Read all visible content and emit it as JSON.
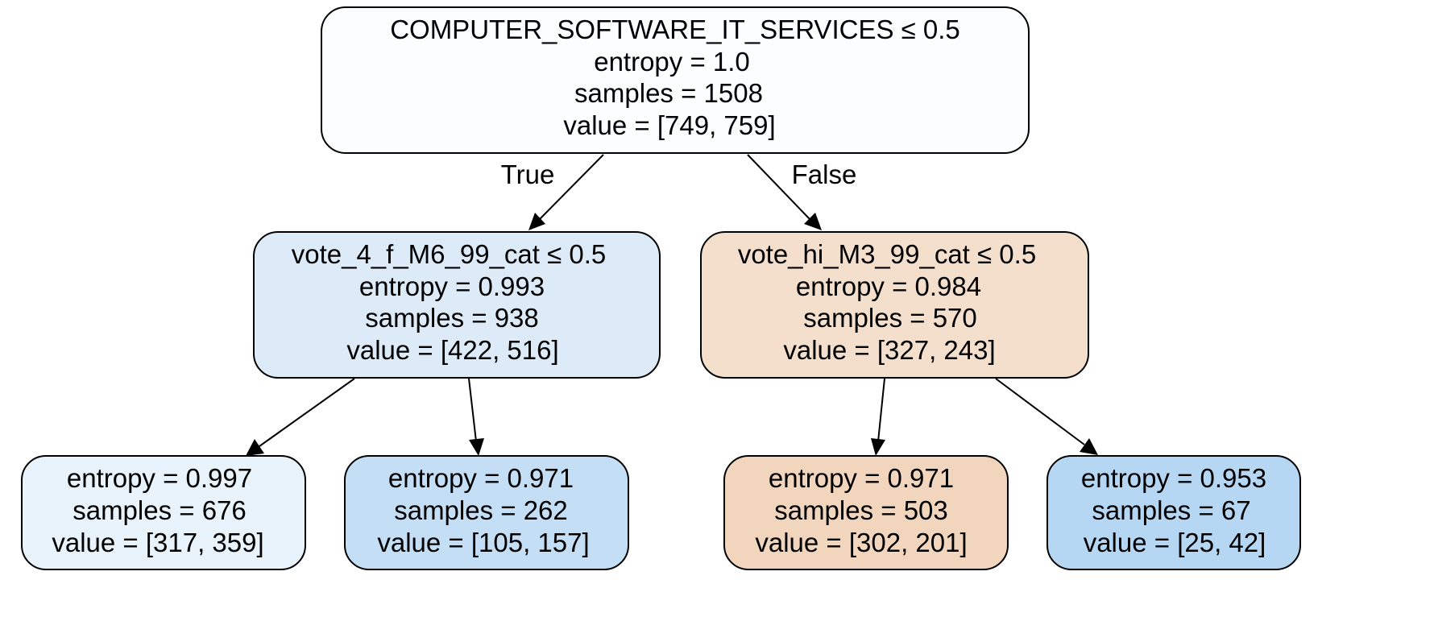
{
  "tree": {
    "nodes": [
      {
        "id": "root",
        "lines": [
          "COMPUTER_SOFTWARE_IT_SERVICES ≤ 0.5",
          "entropy = 1.0",
          "samples = 1508",
          "value = [749, 759]"
        ],
        "fill": "#fcfdff"
      },
      {
        "id": "left",
        "lines": [
          "vote_4_f_M6_99_cat ≤ 0.5",
          "entropy = 0.993",
          "samples = 938",
          "value = [422, 516]"
        ],
        "fill": "#ddebf8"
      },
      {
        "id": "right",
        "lines": [
          "vote_hi_M3_99_cat ≤ 0.5",
          "entropy = 0.984",
          "samples = 570",
          "value = [327, 243]"
        ],
        "fill": "#f4dfcd"
      },
      {
        "id": "left-left",
        "lines": [
          "entropy = 0.997",
          "samples = 676",
          "value = [317, 359]"
        ],
        "fill": "#e8f3fb"
      },
      {
        "id": "left-right",
        "lines": [
          "entropy = 0.971",
          "samples = 262",
          "value = [105, 157]"
        ],
        "fill": "#c4def6"
      },
      {
        "id": "right-left",
        "lines": [
          "entropy = 0.971",
          "samples = 503",
          "value = [302, 201]"
        ],
        "fill": "#f2d5bd"
      },
      {
        "id": "right-right",
        "lines": [
          "entropy = 0.953",
          "samples = 67",
          "value = [25, 42]"
        ],
        "fill": "#b6d7f4"
      }
    ],
    "edges": [
      {
        "from": "root",
        "to": "left",
        "label": "True"
      },
      {
        "from": "root",
        "to": "right",
        "label": "False"
      },
      {
        "from": "left",
        "to": "left-left",
        "label": ""
      },
      {
        "from": "left",
        "to": "left-right",
        "label": ""
      },
      {
        "from": "right",
        "to": "right-left",
        "label": ""
      },
      {
        "from": "right",
        "to": "right-right",
        "label": ""
      }
    ]
  }
}
